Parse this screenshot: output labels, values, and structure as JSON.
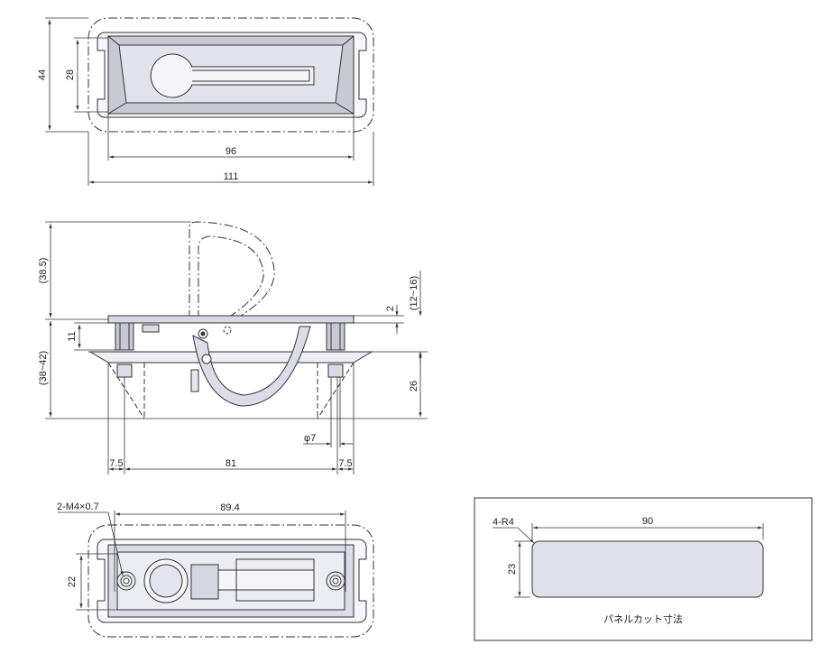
{
  "top_view": {
    "dims": {
      "outer_height": "44",
      "inner_height": "28",
      "inner_width": "96",
      "outer_width": "111"
    }
  },
  "side_view": {
    "dims": {
      "handle_height": "(38.5)",
      "thickness": "(12~16)",
      "flange": "2",
      "boss_height": "11",
      "total_height": "(38~42)",
      "depth": "26",
      "hole_dia": "φ7",
      "edge_left": "7.5",
      "pitch": "81",
      "edge_right": "7.5"
    }
  },
  "bottom_view": {
    "dims": {
      "thread": "2-M4×0.7",
      "hole_pitch": "89.4",
      "width": "22"
    }
  },
  "panel_cut": {
    "title": "パネルカット寸法",
    "radius": "4-R4",
    "width": "90",
    "height": "23"
  },
  "colors": {
    "line": "#333333",
    "part_fill": "#dcdce8",
    "part_fill_dark": "#c8c8d4",
    "part_fill_light": "#eeeef5"
  }
}
